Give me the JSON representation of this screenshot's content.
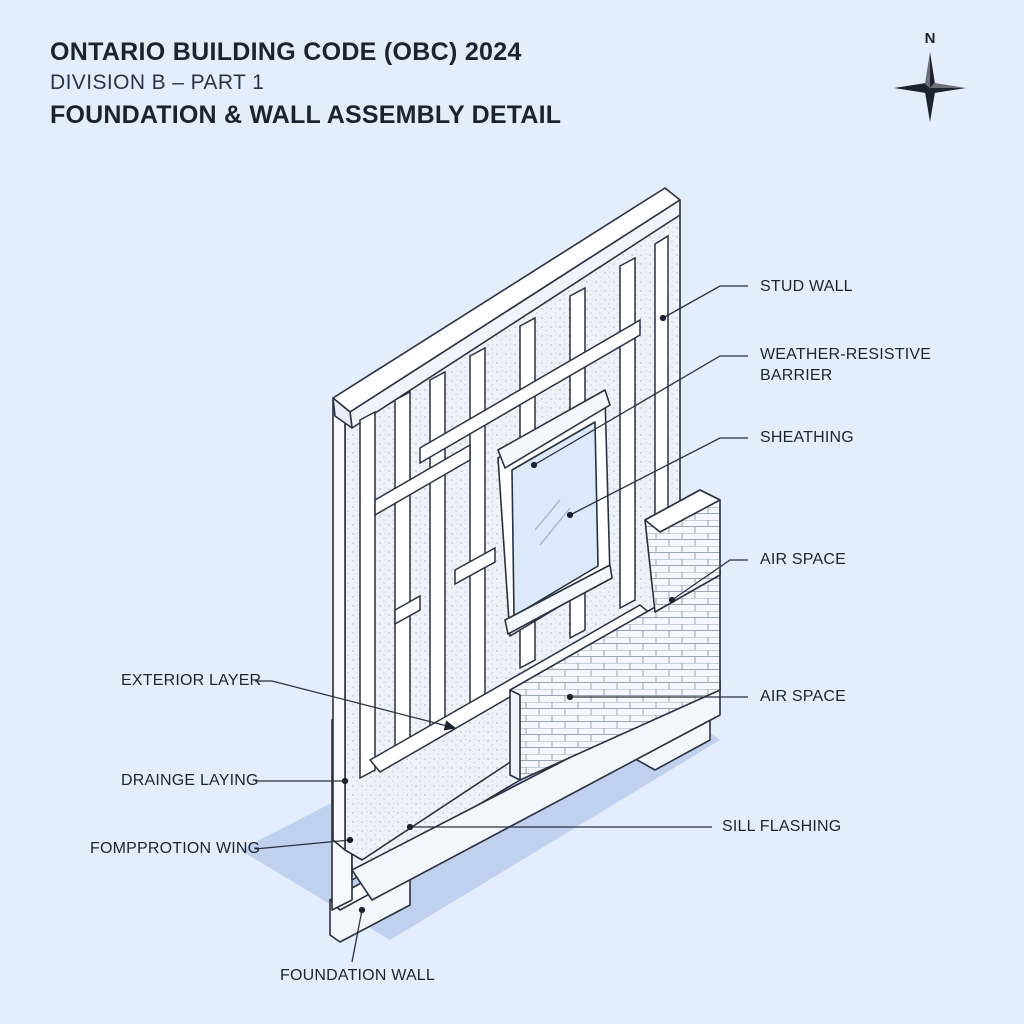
{
  "header": {
    "line1": "ONTARIO BUILDING CODE (OBC) 2024",
    "line2": "DIVISION B – PART 1",
    "line3": "FOUNDATION & WALL ASSEMBLY DETAIL"
  },
  "compass": {
    "north_label": "N",
    "icon": "compass-rose-icon"
  },
  "labels": {
    "stud_wall": "STUD WALL",
    "wrb_line1": "WEATHER-RESISTIVE",
    "wrb_line2": "BARRIER",
    "sheathing": "SHEATHING",
    "air_space_upper": "AIR SPACE",
    "air_space_lower": "AIR SPACE",
    "exterior_layer": "EXTERIOR LAYER",
    "drainage_laying": "DRAINGE LAYING",
    "fompprotion_wing": "FOMPPROTION WING",
    "sill_flashing": "SILL FLASHING",
    "foundation_wall": "FOUNDATION WALL"
  },
  "colors": {
    "background": "#e3edfb",
    "line": "#2a3140",
    "shadow": "#b9cbec"
  }
}
